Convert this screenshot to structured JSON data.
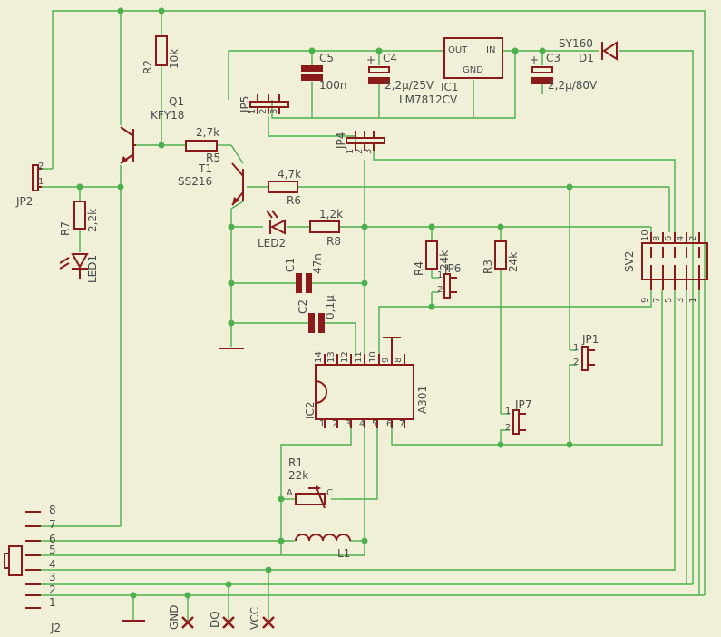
{
  "components": {
    "R2": {
      "ref": "R2",
      "value": "10k"
    },
    "Q1": {
      "ref": "Q1",
      "value": "KFY18"
    },
    "R5": {
      "ref": "R5",
      "value": "2,7k"
    },
    "T1": {
      "ref": "T1",
      "value": "SS216"
    },
    "R6": {
      "ref": "R6",
      "value": "4,7k"
    },
    "R8": {
      "ref": "R8",
      "value": "1,2k"
    },
    "LED2": {
      "ref": "LED2"
    },
    "R7": {
      "ref": "R7",
      "value": "2,2k"
    },
    "LED1": {
      "ref": "LED1"
    },
    "JP2": {
      "ref": "JP2",
      "pin1": "1",
      "pin2": "2"
    },
    "C5": {
      "ref": "C5",
      "value": "100n"
    },
    "C4": {
      "ref": "C4",
      "value": "2,2µ/25V"
    },
    "IC1": {
      "ref": "IC1",
      "value": "LM7812CV",
      "out": "OUT",
      "in": "IN",
      "gnd": "GND"
    },
    "C3": {
      "ref": "C3",
      "value": "2,2µ/80V"
    },
    "D1": {
      "ref": "D1",
      "value": "SY160"
    },
    "JP5": {
      "ref": "JP5",
      "pins": [
        "1",
        "2",
        "3"
      ]
    },
    "JP4": {
      "ref": "JP4",
      "pins": [
        "1",
        "2",
        "3"
      ]
    },
    "C1": {
      "ref": "C1",
      "value": "47n"
    },
    "C2": {
      "ref": "C2",
      "value": "0,1µ"
    },
    "R4": {
      "ref": "R4",
      "value": "24k"
    },
    "JP6": {
      "ref": "JP6",
      "pin1": "1",
      "pin2": "2"
    },
    "R3": {
      "ref": "R3",
      "value": "24k"
    },
    "JP1": {
      "ref": "JP1",
      "pin1": "1",
      "pin2": "2"
    },
    "JP7": {
      "ref": "JP7",
      "pin1": "1",
      "pin2": "2"
    },
    "IC2": {
      "ref": "IC2",
      "value": "A301",
      "top_pins": [
        "14",
        "13",
        "12",
        "11",
        "10",
        "9",
        "8"
      ],
      "bottom_pins": [
        "1",
        "2",
        "3",
        "4",
        "5",
        "6",
        "7"
      ]
    },
    "SV2": {
      "ref": "SV2",
      "top_pins": [
        "10",
        "8",
        "6",
        "4",
        "2"
      ],
      "bottom_pins": [
        "9",
        "7",
        "5",
        "3",
        "1"
      ]
    },
    "R1": {
      "ref": "R1",
      "value": "22k",
      "a": "A",
      "c": "C"
    },
    "L1": {
      "ref": "L1"
    },
    "J2": {
      "ref": "J2",
      "pins": [
        "8",
        "7",
        "6",
        "5",
        "4",
        "3",
        "2",
        "1"
      ]
    }
  },
  "nets": {
    "gnd": "GND",
    "dq": "DQ",
    "vcc": "VCC"
  },
  "colors": {
    "background": "#f0f0d8",
    "wire": "#4cb04c",
    "component": "#8b1a1a",
    "text": "#4a4a4a"
  }
}
